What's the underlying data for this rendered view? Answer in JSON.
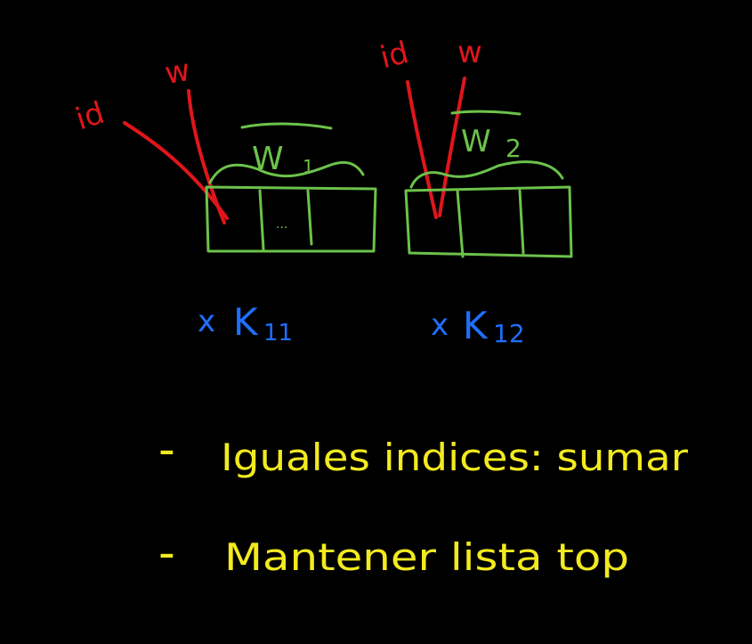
{
  "colors": {
    "background": "#000000",
    "array": "#6cc24a",
    "pointer": "#e0161b",
    "multiplier": "#1f6fff",
    "note": "#f2ea1f"
  },
  "arrays": [
    {
      "pointer_id_label": "id",
      "pointer_w_label": "w",
      "weight_bar": "W",
      "weight_sub": "1",
      "cell_content": "...",
      "multiplier_prefix": "x",
      "multiplier_base": "K",
      "multiplier_sub": "11"
    },
    {
      "pointer_id_label": "id",
      "pointer_w_label": "w",
      "weight_bar": "W",
      "weight_sub": "2",
      "multiplier_prefix": "x",
      "multiplier_base": "K",
      "multiplier_sub": "12"
    }
  ],
  "notes": [
    {
      "dash": "-",
      "text": "Iguales indices: sumar"
    },
    {
      "dash": "-",
      "text": "Mantener lista top"
    }
  ]
}
